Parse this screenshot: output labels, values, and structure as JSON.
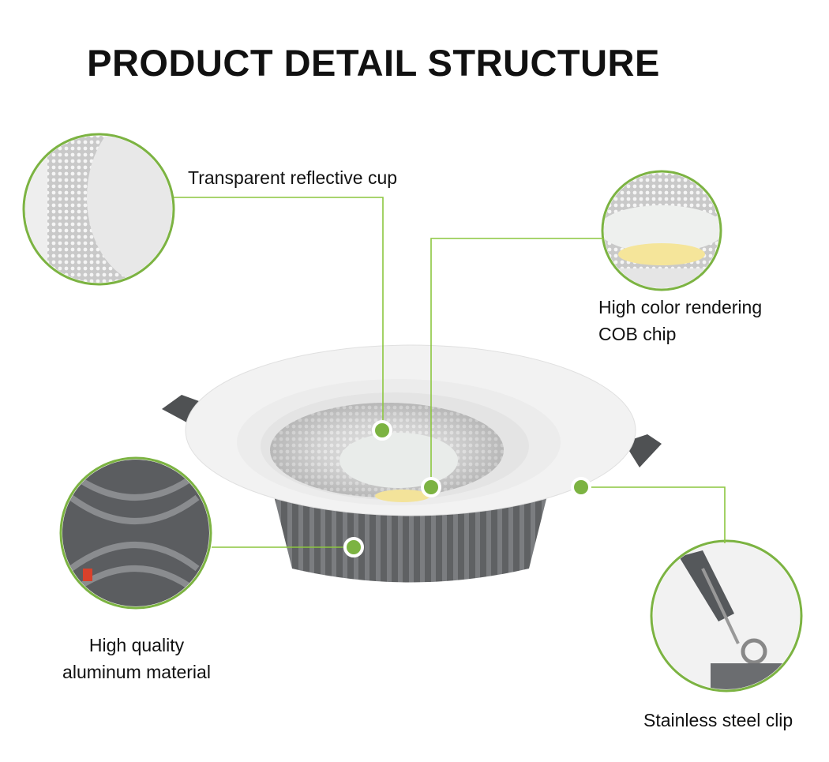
{
  "title": "PRODUCT DETAIL STRUCTURE",
  "callouts": {
    "cup": "Transparent reflective cup",
    "cob_line1": "High color rendering",
    "cob_line2": "COB chip",
    "alu_line1": "High quality",
    "alu_line2": "aluminum material",
    "clip": "Stainless steel clip"
  },
  "colors": {
    "accent": "#7cb342",
    "line": "#8cc63f"
  }
}
